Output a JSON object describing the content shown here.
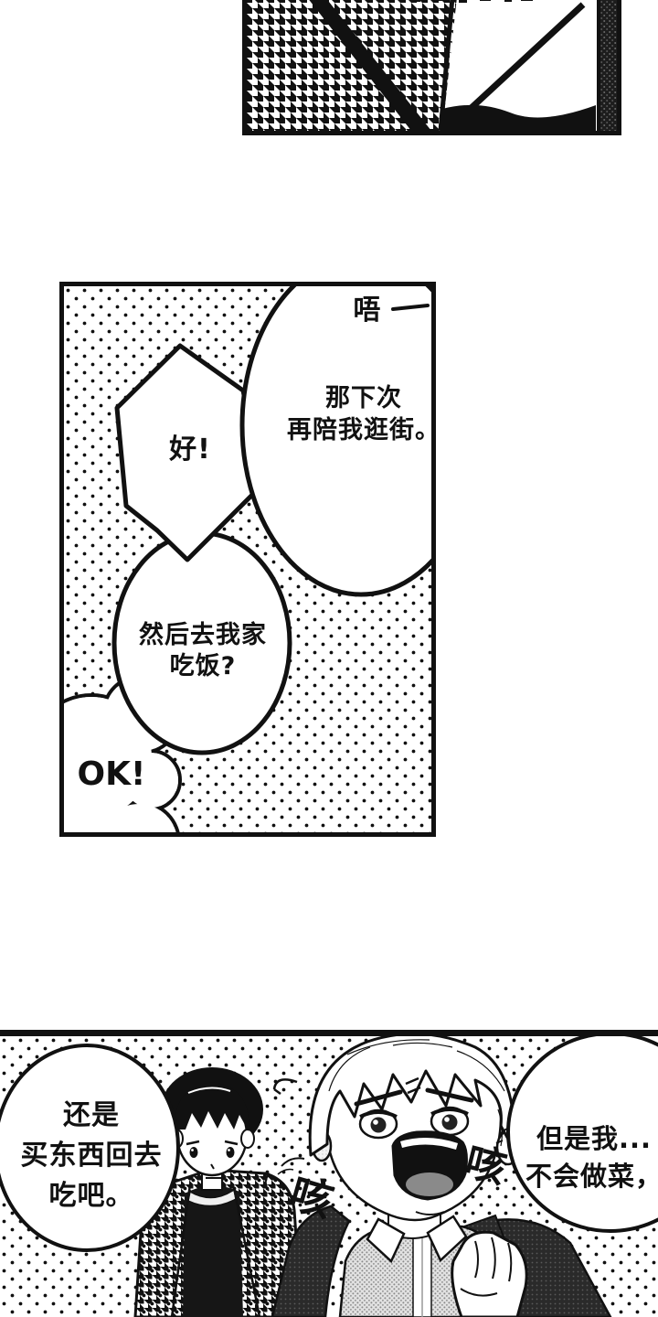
{
  "page": {
    "type": "manga-page",
    "ink_color": "#111111",
    "paper_color": "#ffffff"
  },
  "middle_panel": {
    "murmur_sfx": "唔",
    "shopping_bubble_line1": "那下次",
    "shopping_bubble_line2": "再陪我逛街。",
    "agree_bubble": "好!",
    "dinner_bubble_line1": "然后去我家",
    "dinner_bubble_line2": "吃饭?",
    "ok_bubble": "OK!"
  },
  "bottom_panel": {
    "buy_bubble_line1": "还是",
    "buy_bubble_line2": "买东西回去",
    "buy_bubble_line3": "吃吧。",
    "cook_bubble_line1": "但是我...",
    "cook_bubble_line2": "不会做菜，",
    "cough_sfx_1": "咳",
    "cough_sfx_2": "咳"
  }
}
